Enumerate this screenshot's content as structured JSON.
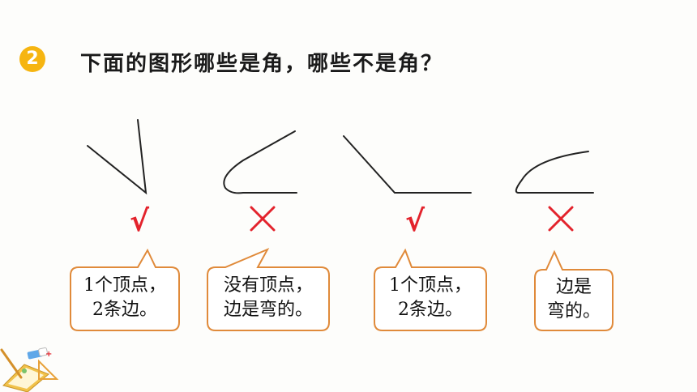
{
  "header": {
    "number": "2",
    "question": "下面的图形哪些是角，哪些不是角？"
  },
  "marks": {
    "check": "√",
    "cross": "✕"
  },
  "figures": [
    {
      "kind": "angle",
      "result": "correct",
      "bubble": [
        "1个顶点，",
        "2条边。"
      ]
    },
    {
      "kind": "curved",
      "result": "wrong",
      "bubble": [
        "没有顶点，",
        "边是弯的。"
      ]
    },
    {
      "kind": "angle",
      "result": "correct",
      "bubble": [
        "1个顶点，",
        "2条边。"
      ]
    },
    {
      "kind": "curved",
      "result": "wrong",
      "bubble": [
        "边是",
        "弯的。"
      ]
    }
  ],
  "colors": {
    "badge": "#f6b511",
    "mark": "#e3232c",
    "bubble_border": "#e08a3a",
    "line": "#222222"
  },
  "icons": [
    "stationery-decoration-icon"
  ]
}
